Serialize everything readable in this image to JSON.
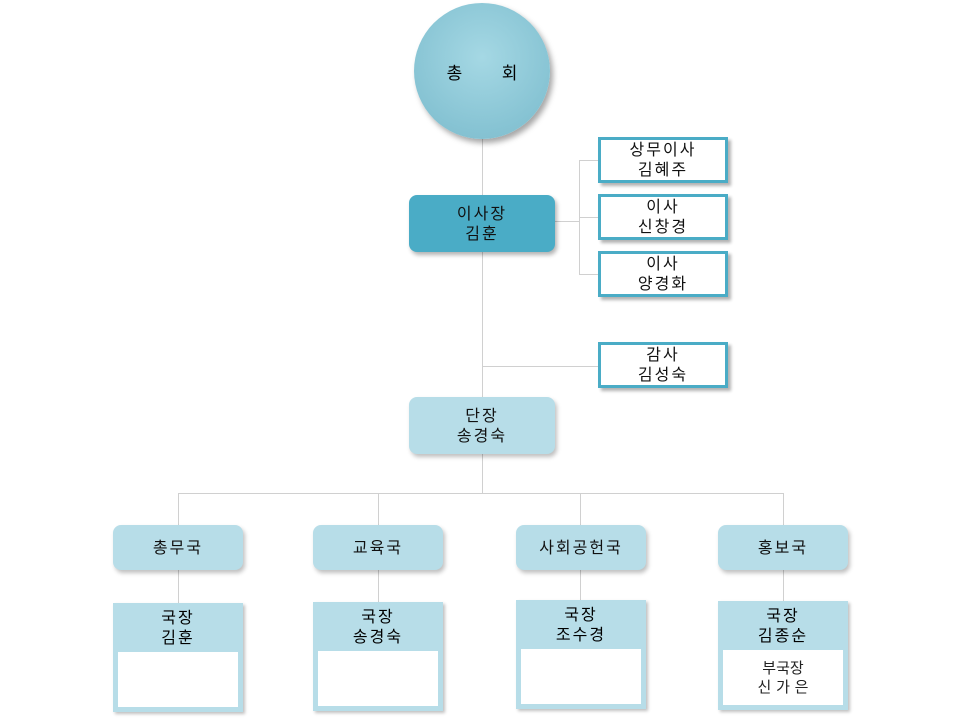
{
  "assembly": "총 회",
  "chairman": {
    "title": "이사장",
    "name": "김훈"
  },
  "directors": [
    {
      "title": "상무이사",
      "name": "김혜주"
    },
    {
      "title": "이사",
      "name": "신창경"
    },
    {
      "title": "이사",
      "name": "양경화"
    }
  ],
  "auditor": {
    "title": "감사",
    "name": "김성숙"
  },
  "leader": {
    "title": "단장",
    "name": "송경숙"
  },
  "departments": [
    {
      "name": "총무국",
      "head_title": "국장",
      "head_name": "김훈",
      "sub_title": "",
      "sub_name": ""
    },
    {
      "name": "교육국",
      "head_title": "국장",
      "head_name": "송경숙",
      "sub_title": "",
      "sub_name": ""
    },
    {
      "name": "사회공헌국",
      "head_title": "국장",
      "head_name": "조수경",
      "sub_title": "",
      "sub_name": ""
    },
    {
      "name": "홍보국",
      "head_title": "국장",
      "head_name": "김종순",
      "sub_title": "부국장",
      "sub_name": "신 가 은"
    }
  ],
  "colors": {
    "dark": "#4aacc6",
    "light": "#b7dde8"
  }
}
